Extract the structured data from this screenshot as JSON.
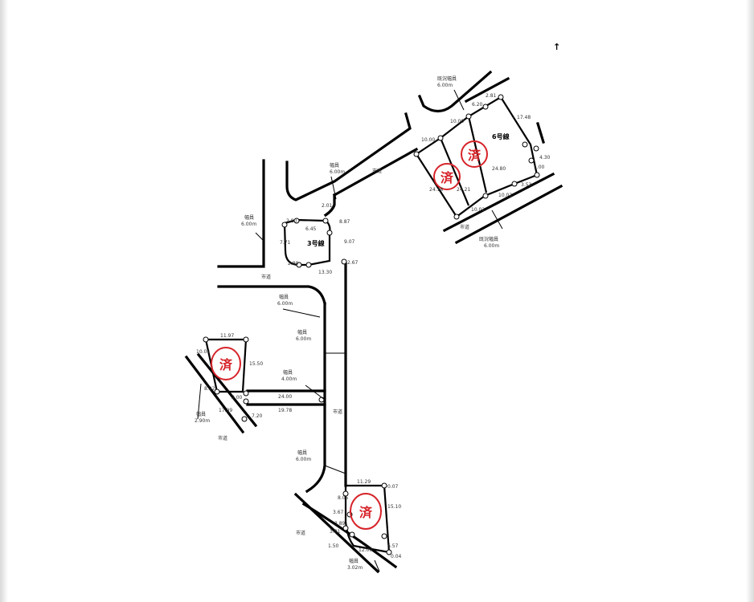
{
  "north_mark": "↑",
  "colors": {
    "stamp": "#d6242a",
    "line": "#000000"
  },
  "lots": {
    "line3": "3号線",
    "line6": "6号線"
  },
  "stamp_text": "済",
  "road_labels": {
    "shido": "市道",
    "width": "幅員",
    "existing_width": "既況幅員"
  },
  "widths": {
    "w600m": "6.00m",
    "w400m": "4.00m",
    "w290m": "2.90m",
    "w302m": "3.02m"
  },
  "dimensions": {
    "d201": "2.01",
    "d645": "6.45",
    "d267": "2.67",
    "d1330": "13.30",
    "d771": "7.71",
    "d280": "2.80",
    "d887": "8.87",
    "d907": "9.07",
    "d1197": "11.97",
    "d1004": "10.04",
    "d1550": "15.50",
    "d200": "2.00",
    "d2400": "24.00",
    "d1978": "19.78",
    "d822": "8.22",
    "d1799": "17.99",
    "d720": "7.20",
    "d1129": "11.29",
    "d007": "0.07",
    "d805": "8.05",
    "d367": "3.67",
    "d1510": "15.10",
    "d389": "3.89",
    "d301": "3.01",
    "d150": "1.50",
    "d1200": "12.00",
    "d657": "6.57",
    "d004": "0.04",
    "d1000": "10.00",
    "d620": "6.20",
    "d281": "2.81",
    "d1748": "17.48",
    "d2418": "24.18",
    "d2421": "24.21",
    "d1002": "10.02",
    "d2480": "24.80",
    "d1002b": "10.02",
    "d353": "3.53",
    "d100": "1.00",
    "d430": "4.30"
  }
}
